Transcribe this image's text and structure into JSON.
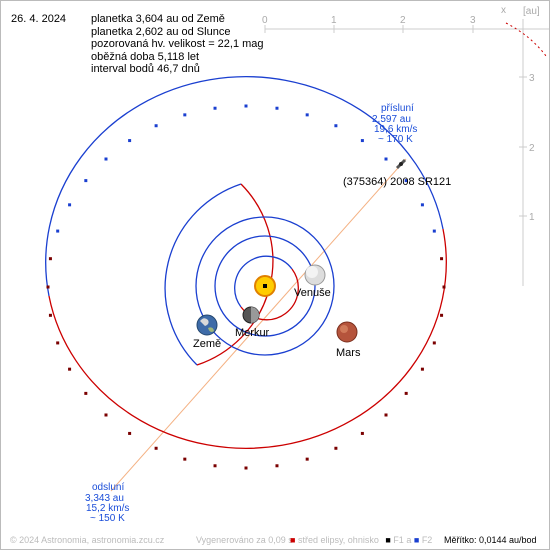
{
  "header": {
    "date": "26. 4. 2024",
    "lines": [
      "planetka 3,604 au od Země",
      "planetka 2,602 au od Slunce",
      "pozorovaná hv. velikost = 22,1 mag",
      "oběžná doba 5,118 let",
      "interval bodů 46,7 dnů"
    ]
  },
  "axes": {
    "x_ticks": [
      "0",
      "1",
      "2",
      "3"
    ],
    "x_label": "x",
    "unit": "[au]",
    "y_ticks": [
      "3",
      "2",
      "1"
    ]
  },
  "bodies": {
    "sun": "",
    "venus": "Venuše",
    "mercury": "Merkur",
    "earth": "Země",
    "mars": "Mars",
    "asteroid": "(375364) 2008 SR121"
  },
  "perihelion": {
    "title": "přísluní",
    "dist": "2,597 au",
    "speed": "19,6 km/s",
    "temp": "~ 170 K"
  },
  "aphelion": {
    "title": "odsluní",
    "dist": "3,343 au",
    "speed": "15,2 km/s",
    "temp": "~ 150 K"
  },
  "footer": {
    "copyright": "© 2024 Astronomia, astronomia.zcu.cz",
    "generated": "Vygenerováno za 0,09 s",
    "legend_center": "střed elipsy, ohnisko",
    "legend_f1": "F1",
    "legend_a": "a",
    "legend_f2": "F2",
    "scale": "Měřítko: 0,0144 au/bod"
  },
  "colors": {
    "orbit_above": "#1a3fd0",
    "orbit_below": "#cc0000",
    "apsis_line": "#f4b183",
    "label_blue": "#1a4dd9"
  }
}
